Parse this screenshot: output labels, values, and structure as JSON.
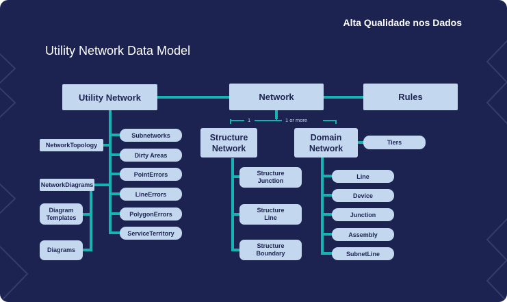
{
  "brand": "Alta Qualidade nos Dados",
  "title": "Utility Network Data Model",
  "diagram": {
    "top_boxes": [
      "Utility Network",
      "Network",
      "Rules"
    ],
    "utility_network_children": [
      "Subnetworks",
      "Dirty Areas",
      "PointErrors",
      "LineErrors",
      "PolygonErrors",
      "ServiceTerritory"
    ],
    "side_items": [
      "NetworkTopology",
      "NetworkDiagrams"
    ],
    "diagram_children": [
      "Diagram\nTemplates",
      "Diagrams"
    ],
    "structure_network": {
      "label": "Structure\nNetwork",
      "multiplicity": "1",
      "children": [
        "Structure\nJunction",
        "Structure\nLine",
        "Structure\nBoundary"
      ]
    },
    "domain_network": {
      "label": "Domain\nNetwork",
      "multiplicity": "1 or more",
      "tiers": "Tiers",
      "children": [
        "Line",
        "Device",
        "Junction",
        "Assembly",
        "SubnetLine"
      ]
    }
  },
  "colors": {
    "background": "#1d2350",
    "box": "#c3d7ef",
    "connector": "#17b3b3",
    "text_light": "#ffffff"
  }
}
